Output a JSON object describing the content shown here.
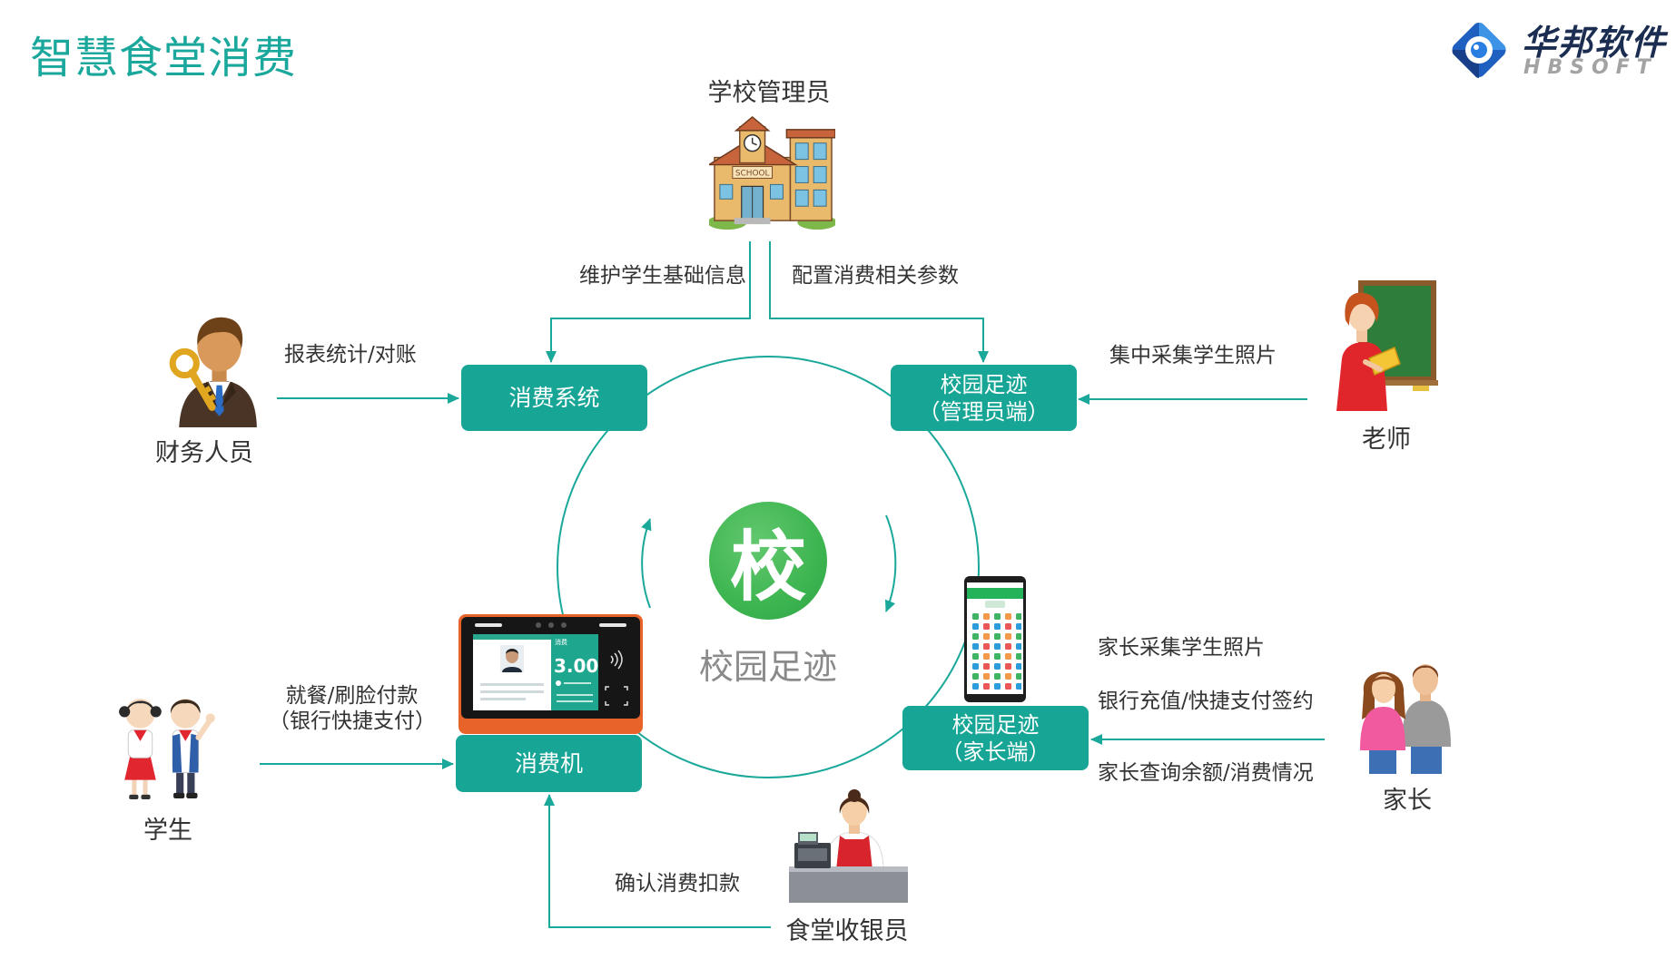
{
  "title": "智慧食堂消费",
  "logo": {
    "name_cn": "华邦软件",
    "name_en": "HBSOFT"
  },
  "colors": {
    "accent": "#17a596",
    "title": "#1ba89c",
    "text": "#333333",
    "center_text": "#8a8a8a",
    "center_logo": "#3db550",
    "pos_frame": "#e8632a"
  },
  "actors": {
    "admin": "学校管理员",
    "finance": "财务人员",
    "teacher": "老师",
    "student": "学生",
    "parent": "家长",
    "cashier": "食堂收银员"
  },
  "nodes": {
    "consume_system": "消费系统",
    "campus_admin": {
      "line1": "校园足迹",
      "line2": "（管理员端）"
    },
    "campus_parent": {
      "line1": "校园足迹",
      "line2": "（家长端）"
    },
    "pos_machine": "消费机"
  },
  "flows": {
    "admin_to_system": "维护学生基础信息",
    "admin_to_campus": "配置消费相关参数",
    "finance": "报表统计/对账",
    "teacher": "集中采集学生照片",
    "student": {
      "line1": "就餐/刷脸付款",
      "line2": "（银行快捷支付）"
    },
    "parent": [
      "家长采集学生照片",
      "银行充值/快捷支付签约",
      "家长查询余额/消费情况"
    ],
    "cashier": "确认消费扣款"
  },
  "center": {
    "logo_char": "校",
    "name": "校园足迹"
  },
  "illustrations": {
    "school_sign": "SCHOOL",
    "pos_screen_title": "消费",
    "pos_amount": "3.00"
  },
  "icons": {
    "logo": "hbsoft-logo-icon",
    "admin": "school-building-illustration",
    "finance": "businessman-with-key-illustration",
    "teacher": "teacher-chalkboard-illustration",
    "student": "students-illustration",
    "parent": "parents-illustration",
    "cashier": "cashier-illustration",
    "phone": "mobile-app-illustration",
    "pos": "face-pay-terminal-illustration"
  }
}
